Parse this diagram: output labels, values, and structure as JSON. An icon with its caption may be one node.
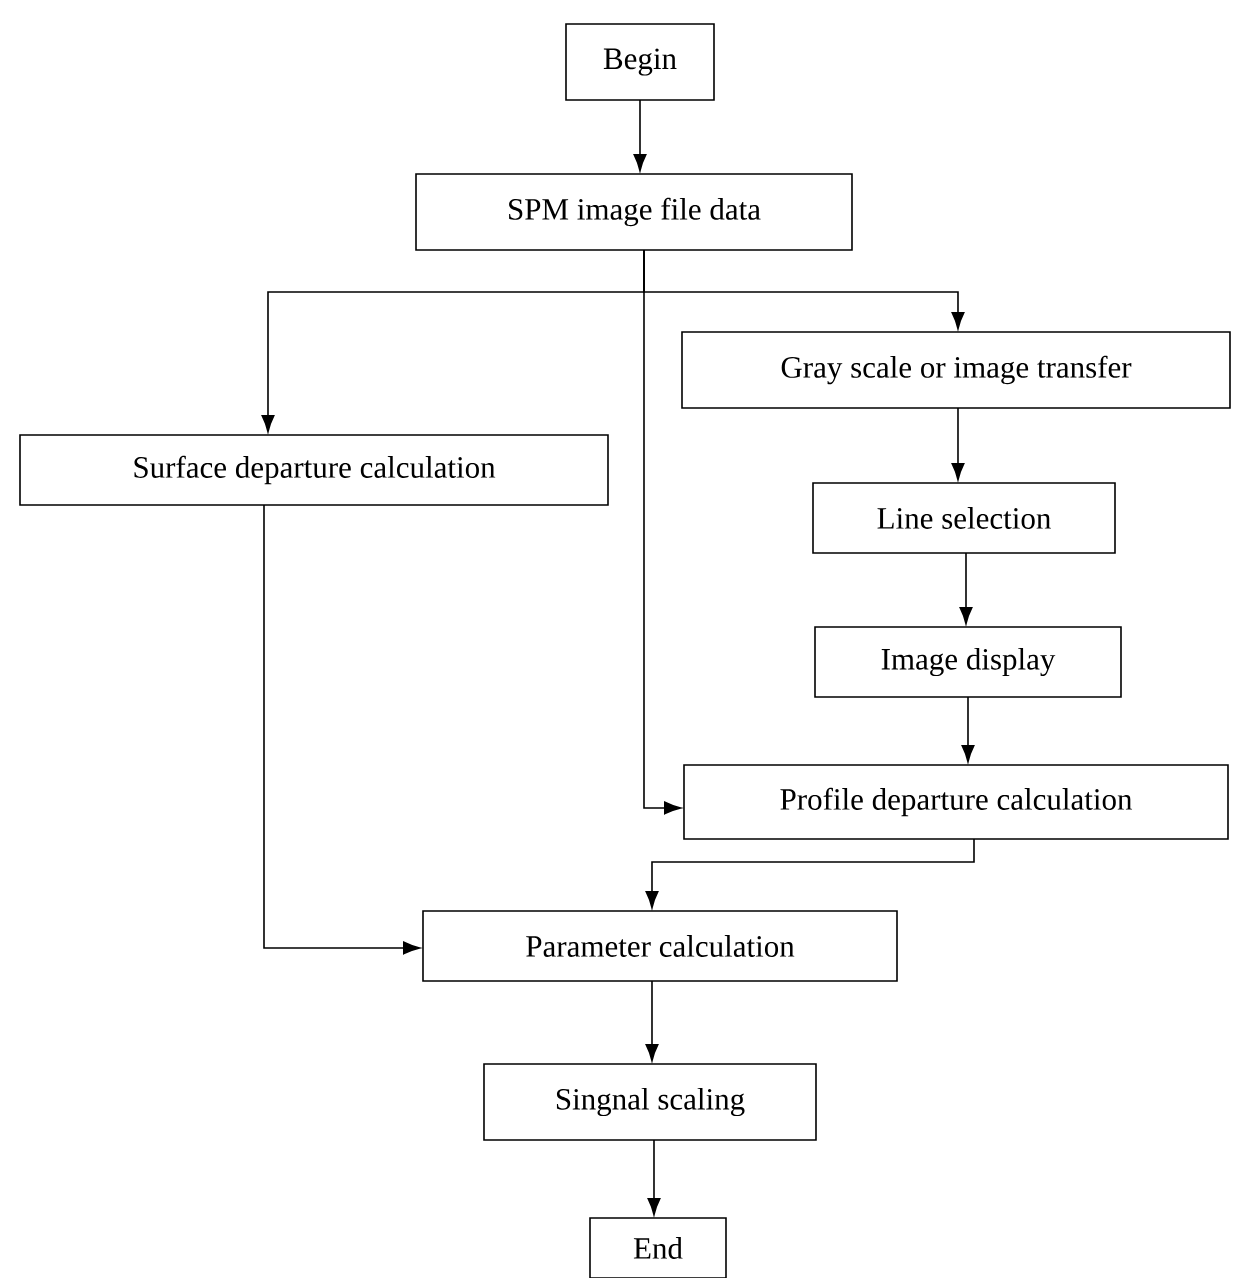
{
  "diagram": {
    "nodes": [
      {
        "text": [
          "Begin"
        ]
      },
      {
        "text": [
          "SPM image file data"
        ]
      },
      {
        "text": [
          "Gray scale or image transfer"
        ]
      },
      {
        "text": [
          "Surface departure calculation"
        ]
      },
      {
        "text": [
          "Line selection"
        ]
      },
      {
        "text": [
          "Image display"
        ]
      },
      {
        "text": [
          "Profile departure calculation"
        ]
      },
      {
        "text": [
          "Parameter calculation"
        ]
      },
      {
        "text": [
          "Singnal scaling"
        ]
      },
      {
        "text": [
          "End"
        ]
      }
    ],
    "edges": [
      {
        "from": 0,
        "to": 1,
        "arrow": "to"
      },
      {
        "from": 1,
        "to": 3,
        "arrow": "to"
      },
      {
        "from": 1,
        "to": 2,
        "arrow": "to"
      },
      {
        "from": 1,
        "to": 6,
        "arrow": "to"
      },
      {
        "from": 2,
        "to": 4,
        "arrow": "to"
      },
      {
        "from": 4,
        "to": 5,
        "arrow": "to"
      },
      {
        "from": 5,
        "to": 6,
        "arrow": "to"
      },
      {
        "from": 6,
        "to": 7,
        "arrow": "to"
      },
      {
        "from": 3,
        "to": 7,
        "arrow": "to"
      },
      {
        "from": 7,
        "to": 8,
        "arrow": "to"
      },
      {
        "from": 8,
        "to": 9,
        "arrow": "to"
      }
    ]
  }
}
